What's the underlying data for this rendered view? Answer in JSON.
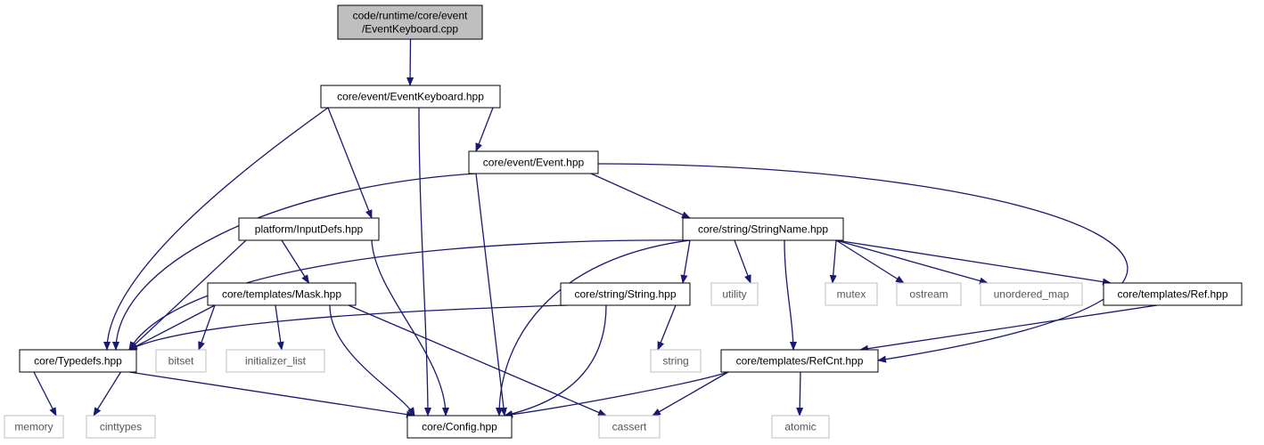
{
  "colors": {
    "edge": "#191970",
    "root_fill": "#bfbfbf",
    "root_border": "#000000",
    "node_fill": "#ffffff",
    "node_border": "#000000",
    "external_border": "#bfbfbf",
    "external_text": "#555555"
  },
  "nodes": [
    {
      "id": "root",
      "lines": [
        "code/runtime/core/event",
        "/EventKeyboard.cpp"
      ],
      "kind": "root"
    },
    {
      "id": "eventkeyboard",
      "lines": [
        "core/event/EventKeyboard.hpp"
      ],
      "kind": "file"
    },
    {
      "id": "event",
      "lines": [
        "core/event/Event.hpp"
      ],
      "kind": "file"
    },
    {
      "id": "inputdefs",
      "lines": [
        "platform/InputDefs.hpp"
      ],
      "kind": "file"
    },
    {
      "id": "stringname",
      "lines": [
        "core/string/StringName.hpp"
      ],
      "kind": "file"
    },
    {
      "id": "mask",
      "lines": [
        "core/templates/Mask.hpp"
      ],
      "kind": "file"
    },
    {
      "id": "string",
      "lines": [
        "core/string/String.hpp"
      ],
      "kind": "file"
    },
    {
      "id": "utility",
      "lines": [
        "utility"
      ],
      "kind": "external"
    },
    {
      "id": "mutex",
      "lines": [
        "mutex"
      ],
      "kind": "external"
    },
    {
      "id": "ostream",
      "lines": [
        "ostream"
      ],
      "kind": "external"
    },
    {
      "id": "unordered_map",
      "lines": [
        "unordered_map"
      ],
      "kind": "external"
    },
    {
      "id": "ref",
      "lines": [
        "core/templates/Ref.hpp"
      ],
      "kind": "file"
    },
    {
      "id": "typedefs",
      "lines": [
        "core/Typedefs.hpp"
      ],
      "kind": "file"
    },
    {
      "id": "bitset",
      "lines": [
        "bitset"
      ],
      "kind": "external"
    },
    {
      "id": "initializer_list",
      "lines": [
        "initializer_list"
      ],
      "kind": "external"
    },
    {
      "id": "string_std",
      "lines": [
        "string"
      ],
      "kind": "external"
    },
    {
      "id": "refcnt",
      "lines": [
        "core/templates/RefCnt.hpp"
      ],
      "kind": "file"
    },
    {
      "id": "memory",
      "lines": [
        "memory"
      ],
      "kind": "external"
    },
    {
      "id": "cinttypes",
      "lines": [
        "cinttypes"
      ],
      "kind": "external"
    },
    {
      "id": "config",
      "lines": [
        "core/Config.hpp"
      ],
      "kind": "file"
    },
    {
      "id": "cassert",
      "lines": [
        "cassert"
      ],
      "kind": "external"
    },
    {
      "id": "atomic",
      "lines": [
        "atomic"
      ],
      "kind": "external"
    }
  ],
  "edges": [
    {
      "from": "root",
      "to": "eventkeyboard"
    },
    {
      "from": "eventkeyboard",
      "to": "event"
    },
    {
      "from": "eventkeyboard",
      "to": "inputdefs"
    },
    {
      "from": "eventkeyboard",
      "to": "typedefs"
    },
    {
      "from": "eventkeyboard",
      "to": "config"
    },
    {
      "from": "event",
      "to": "stringname"
    },
    {
      "from": "event",
      "to": "typedefs"
    },
    {
      "from": "event",
      "to": "config"
    },
    {
      "from": "event",
      "to": "refcnt"
    },
    {
      "from": "inputdefs",
      "to": "mask"
    },
    {
      "from": "inputdefs",
      "to": "typedefs"
    },
    {
      "from": "inputdefs",
      "to": "config"
    },
    {
      "from": "stringname",
      "to": "typedefs"
    },
    {
      "from": "stringname",
      "to": "config"
    },
    {
      "from": "stringname",
      "to": "string"
    },
    {
      "from": "stringname",
      "to": "utility"
    },
    {
      "from": "stringname",
      "to": "mutex"
    },
    {
      "from": "stringname",
      "to": "ostream"
    },
    {
      "from": "stringname",
      "to": "unordered_map"
    },
    {
      "from": "stringname",
      "to": "ref"
    },
    {
      "from": "stringname",
      "to": "refcnt"
    },
    {
      "from": "mask",
      "to": "typedefs"
    },
    {
      "from": "mask",
      "to": "bitset"
    },
    {
      "from": "mask",
      "to": "initializer_list"
    },
    {
      "from": "mask",
      "to": "config"
    },
    {
      "from": "mask",
      "to": "cassert"
    },
    {
      "from": "string",
      "to": "typedefs"
    },
    {
      "from": "string",
      "to": "string_std"
    },
    {
      "from": "string",
      "to": "config"
    },
    {
      "from": "ref",
      "to": "refcnt"
    },
    {
      "from": "typedefs",
      "to": "memory"
    },
    {
      "from": "typedefs",
      "to": "cinttypes"
    },
    {
      "from": "typedefs",
      "to": "config"
    },
    {
      "from": "refcnt",
      "to": "config"
    },
    {
      "from": "refcnt",
      "to": "cassert"
    },
    {
      "from": "refcnt",
      "to": "atomic"
    }
  ]
}
